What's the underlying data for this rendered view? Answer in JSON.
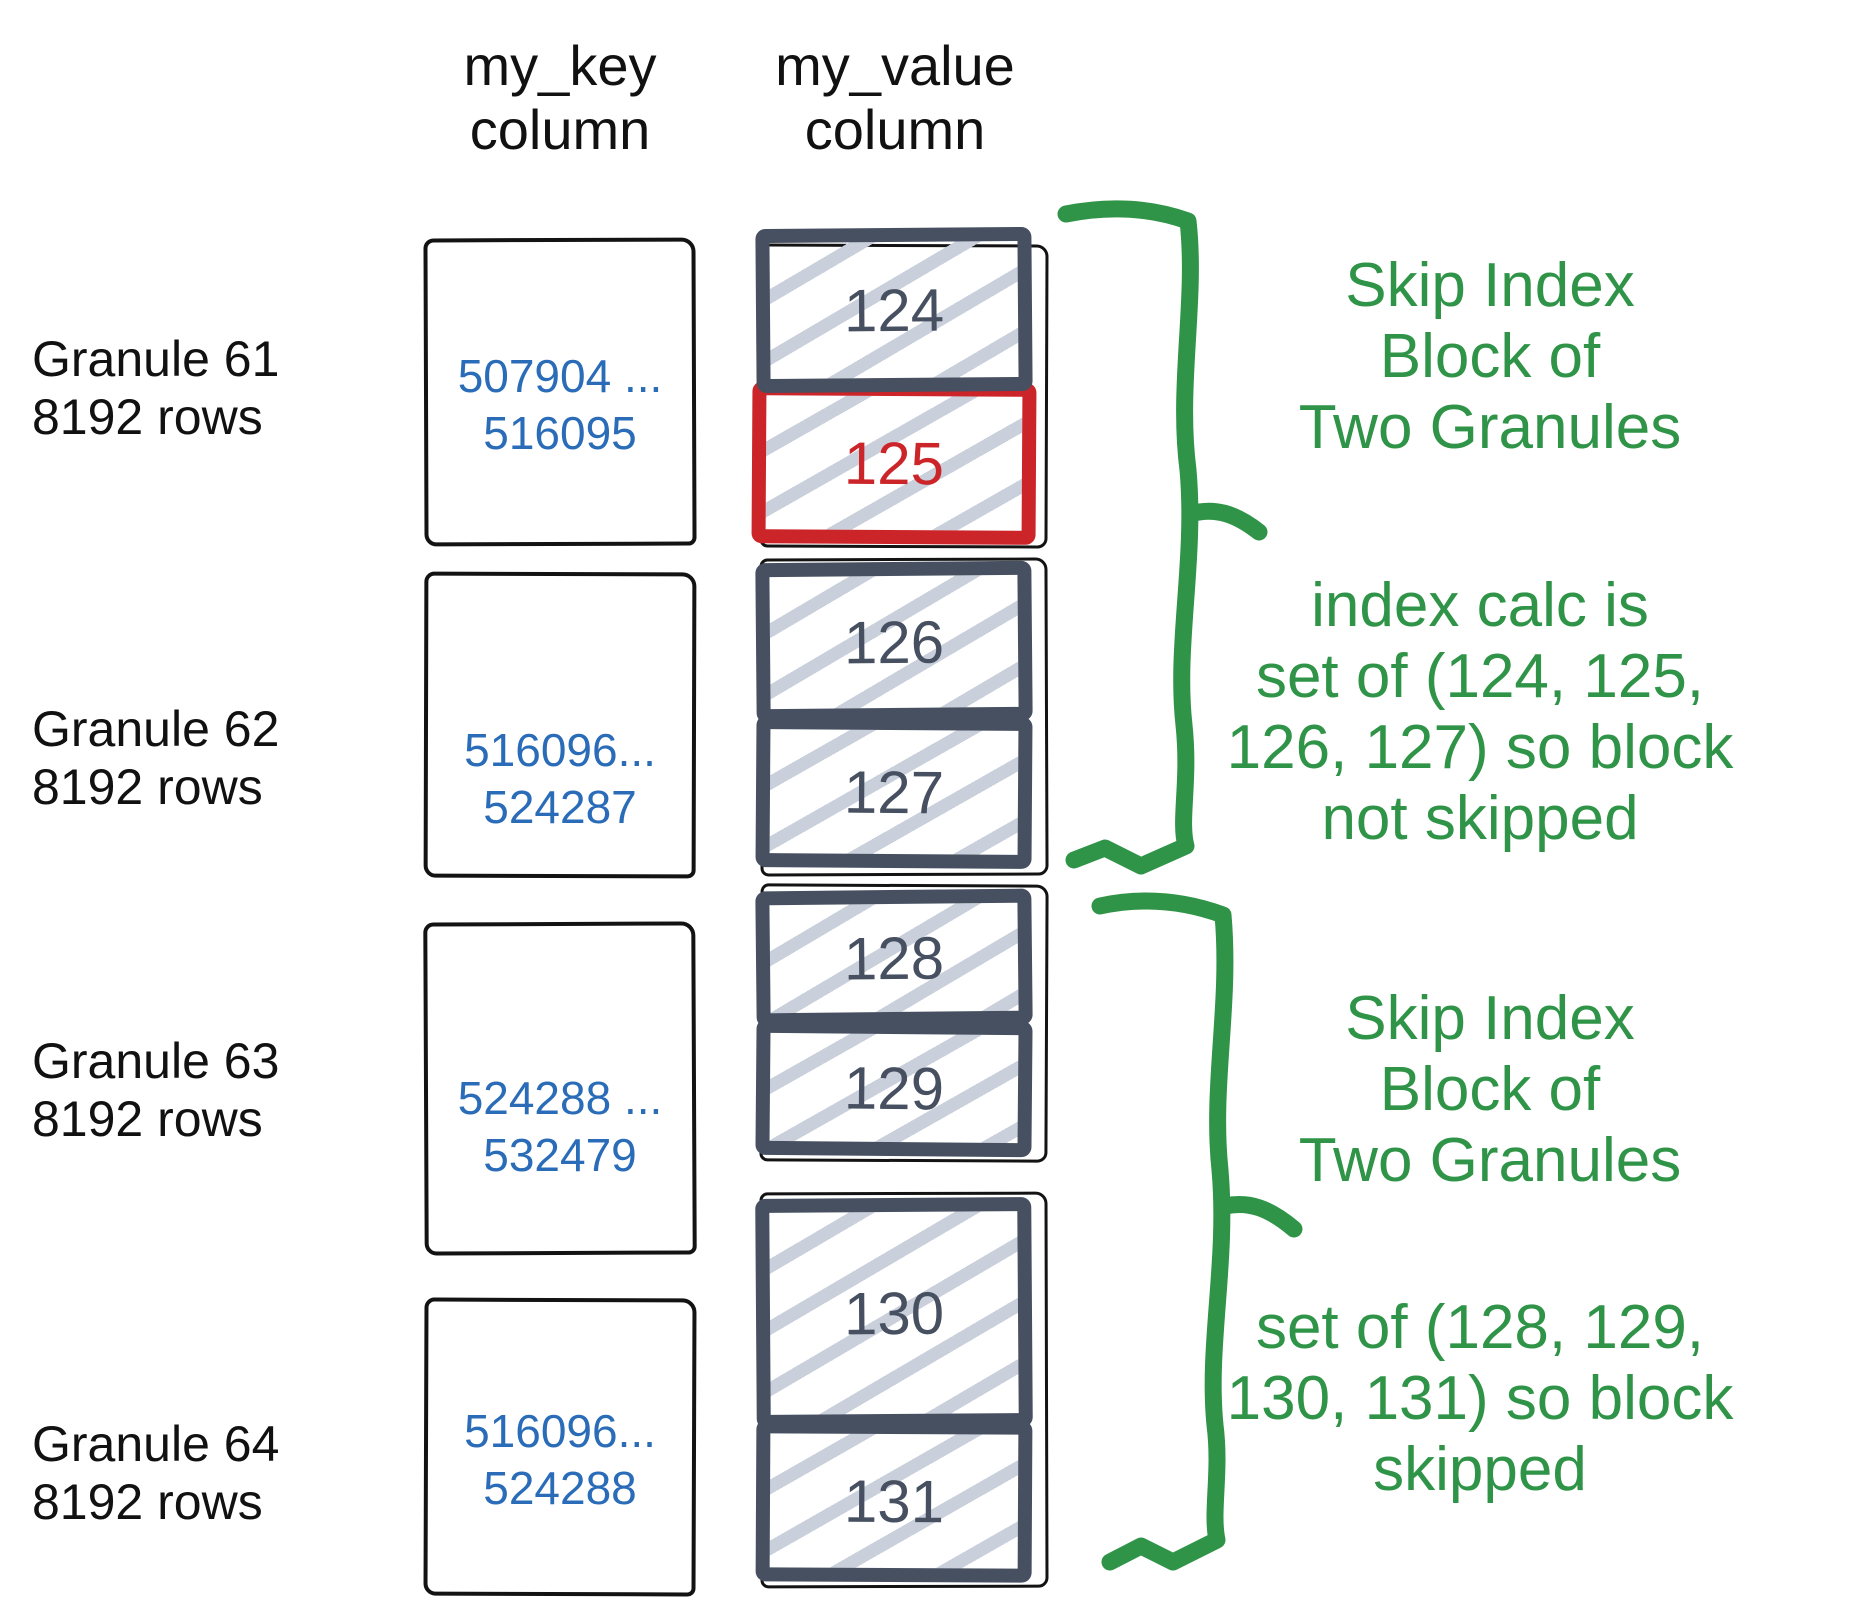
{
  "colors": {
    "green": "#2f9447",
    "blue": "#2a6cb8",
    "red": "#cb2429",
    "slate": "#475061",
    "hatch": "#c9d0db"
  },
  "headers": {
    "key": {
      "line1": "my_key",
      "line2": "column"
    },
    "value": {
      "line1": "my_value",
      "line2": "column"
    }
  },
  "granules": [
    {
      "label": "Granule 61",
      "rows": "8192 rows",
      "key_min": "507904 ...",
      "key_max": "516095",
      "blocks": [
        {
          "value": "124",
          "highlighted": false
        },
        {
          "value": "125",
          "highlighted": true
        }
      ]
    },
    {
      "label": "Granule 62",
      "rows": "8192 rows",
      "key_min": "516096...",
      "key_max": "524287",
      "blocks": [
        {
          "value": "126",
          "highlighted": false
        },
        {
          "value": "127",
          "highlighted": false
        }
      ]
    },
    {
      "label": "Granule 63",
      "rows": "8192 rows",
      "key_min": "524288 ...",
      "key_max": "532479",
      "blocks": [
        {
          "value": "128",
          "highlighted": false
        },
        {
          "value": "129",
          "highlighted": false
        }
      ]
    },
    {
      "label": "Granule 64",
      "rows": "8192 rows",
      "key_min": "516096...",
      "key_max": "524288",
      "blocks": [
        {
          "value": "130",
          "highlighted": false
        },
        {
          "value": "131",
          "highlighted": false
        }
      ]
    }
  ],
  "annotations": [
    {
      "lines": [
        "Skip Index",
        "Block of",
        "Two Granules"
      ]
    },
    {
      "lines": [
        "index calc is",
        "set of (124, 125,",
        "126, 127) so block",
        "not skipped"
      ]
    },
    {
      "lines": [
        "Skip Index",
        "Block of",
        "Two Granules"
      ]
    },
    {
      "lines": [
        "set of (128, 129,",
        "130, 131) so block",
        "skipped"
      ]
    }
  ]
}
